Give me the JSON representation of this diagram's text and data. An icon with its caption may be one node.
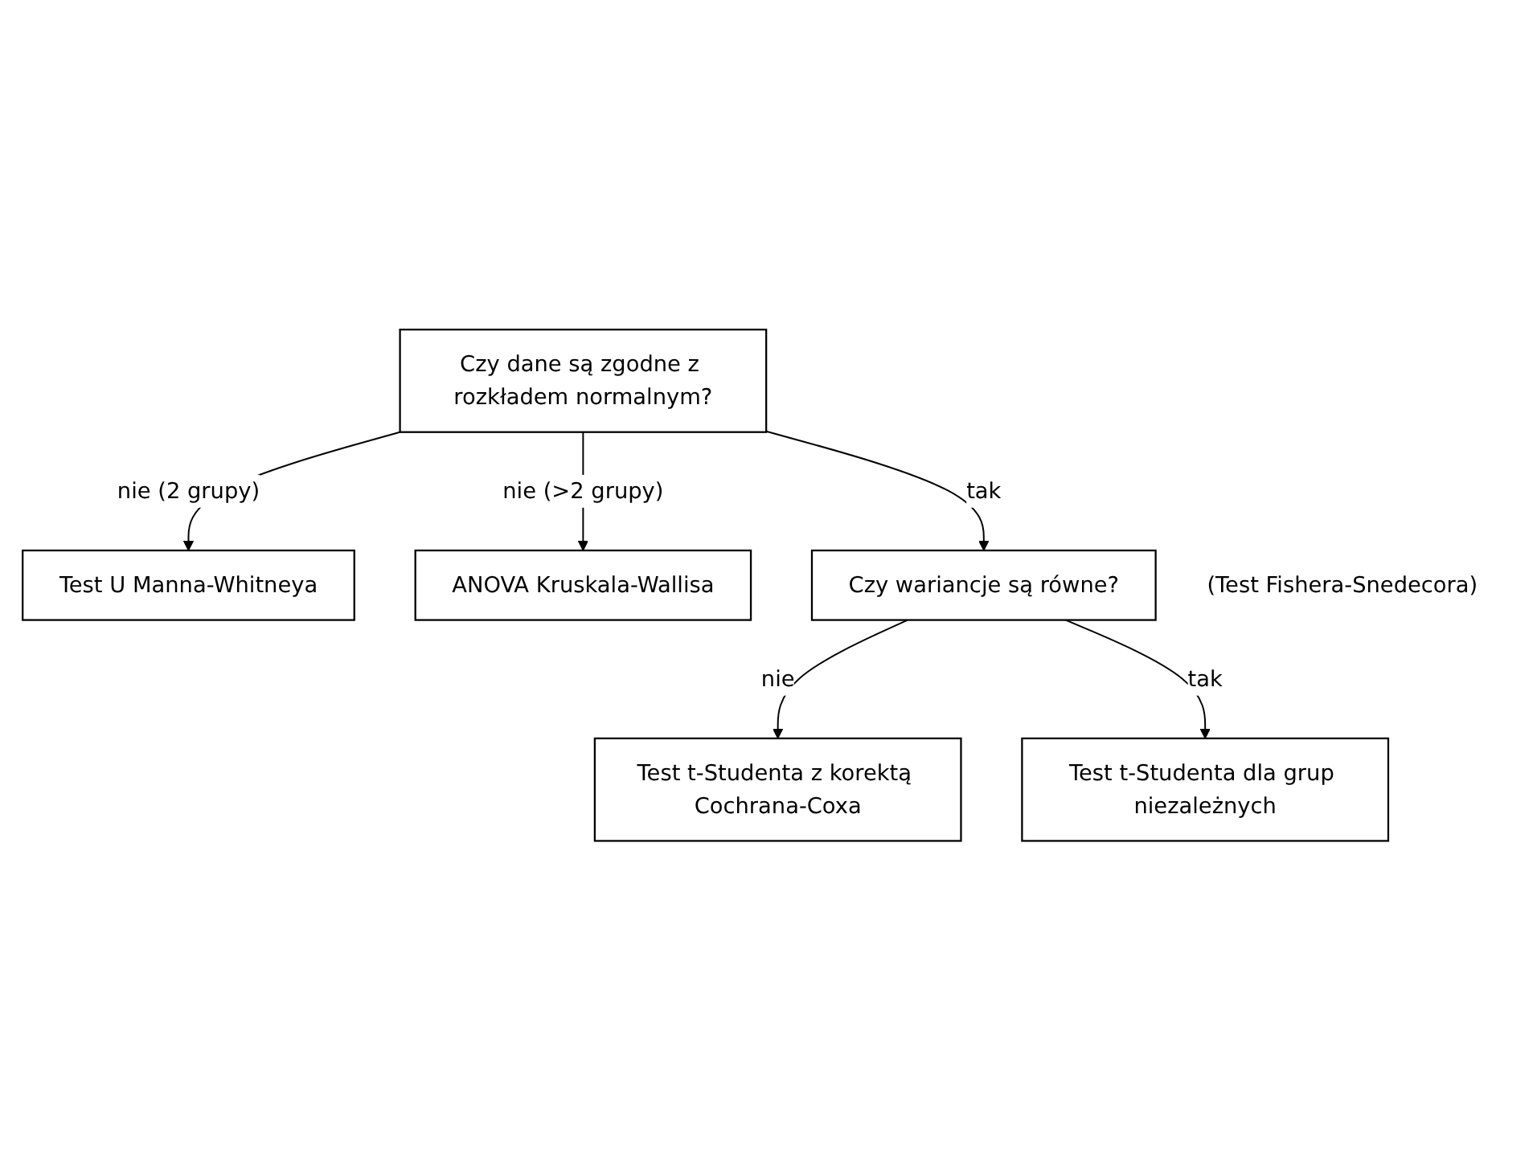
{
  "diagram": {
    "nodes": [
      {
        "text": [
          "Czy dane są zgodne z rozkładem normalnym?"
        ]
      },
      {
        "text": [
          "Test U Manna-Whitneya"
        ]
      },
      {
        "text": [
          "ANOVA Kruskala-Wallisa"
        ]
      },
      {
        "text": [
          "Czy wariancje są równe?"
        ],
        "beside": [
          "(Test Fishera-Snedecora)"
        ]
      },
      {
        "text": [
          "Test t-Studenta z korektą Cochrana-Coxa"
        ]
      },
      {
        "text": [
          "Test t-Studenta dla grup niezależnych"
        ]
      }
    ],
    "edges": [
      {
        "from": 0,
        "to": 1,
        "arrow": "to",
        "label": "nie (2 grupy)"
      },
      {
        "from": 0,
        "to": 2,
        "arrow": "to",
        "label": "nie (>2 grupy)"
      },
      {
        "from": 0,
        "to": 3,
        "arrow": "to",
        "label": "tak"
      },
      {
        "from": 3,
        "to": 4,
        "arrow": "to",
        "label": "nie"
      },
      {
        "from": 3,
        "to": 5,
        "arrow": "to",
        "label": "tak"
      }
    ]
  }
}
